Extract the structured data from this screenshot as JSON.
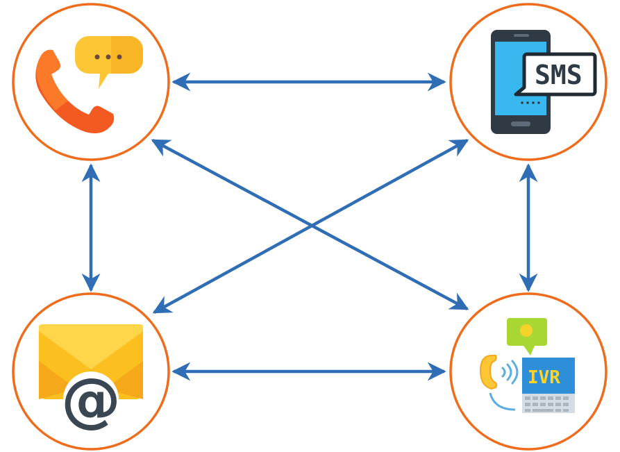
{
  "nodes": {
    "voice": {
      "icon": "phone-chat-icon"
    },
    "sms": {
      "icon": "smartphone-sms-icon",
      "label": "SMS"
    },
    "email": {
      "icon": "email-envelope-icon",
      "label": "@"
    },
    "ivr": {
      "icon": "ivr-phone-keypad-icon",
      "label": "IVR"
    }
  },
  "edges": [
    {
      "from": "voice",
      "to": "sms",
      "direction": "bidirectional"
    },
    {
      "from": "voice",
      "to": "email",
      "direction": "bidirectional"
    },
    {
      "from": "voice",
      "to": "ivr",
      "direction": "bidirectional"
    },
    {
      "from": "sms",
      "to": "email",
      "direction": "bidirectional"
    },
    {
      "from": "sms",
      "to": "ivr",
      "direction": "bidirectional"
    },
    {
      "from": "email",
      "to": "ivr",
      "direction": "bidirectional"
    }
  ],
  "colors": {
    "ring": "#ee6c1c",
    "arrow": "#2f6db5"
  }
}
